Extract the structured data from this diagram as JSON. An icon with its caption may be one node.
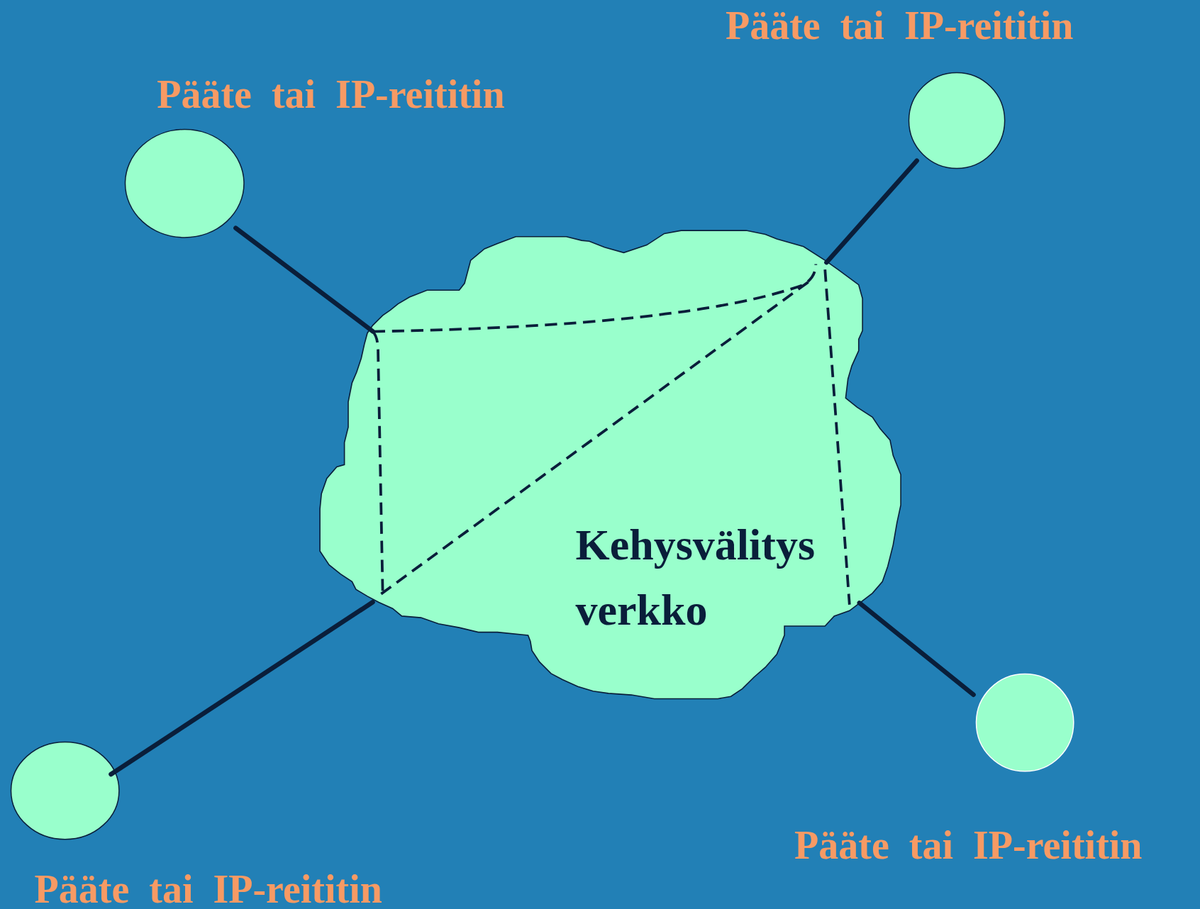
{
  "diagram": {
    "nodes": [
      {
        "text": [
          "Pääte tai IP-reititin"
        ]
      },
      {
        "text": [
          "Pääte tai IP-reititin"
        ]
      },
      {
        "text": [
          "Kehysvälitys verkko"
        ]
      },
      {
        "text": [
          "Pääte tai IP-reititin"
        ]
      },
      {
        "text": [
          "Pääte tai IP-reititin"
        ]
      }
    ],
    "edges": [
      {
        "from": 0,
        "to": 2,
        "arrow": "none"
      },
      {
        "from": 1,
        "to": 2,
        "arrow": "none"
      },
      {
        "from": 3,
        "to": 2,
        "arrow": "none"
      },
      {
        "from": 4,
        "to": 2,
        "arrow": "none"
      }
    ]
  }
}
